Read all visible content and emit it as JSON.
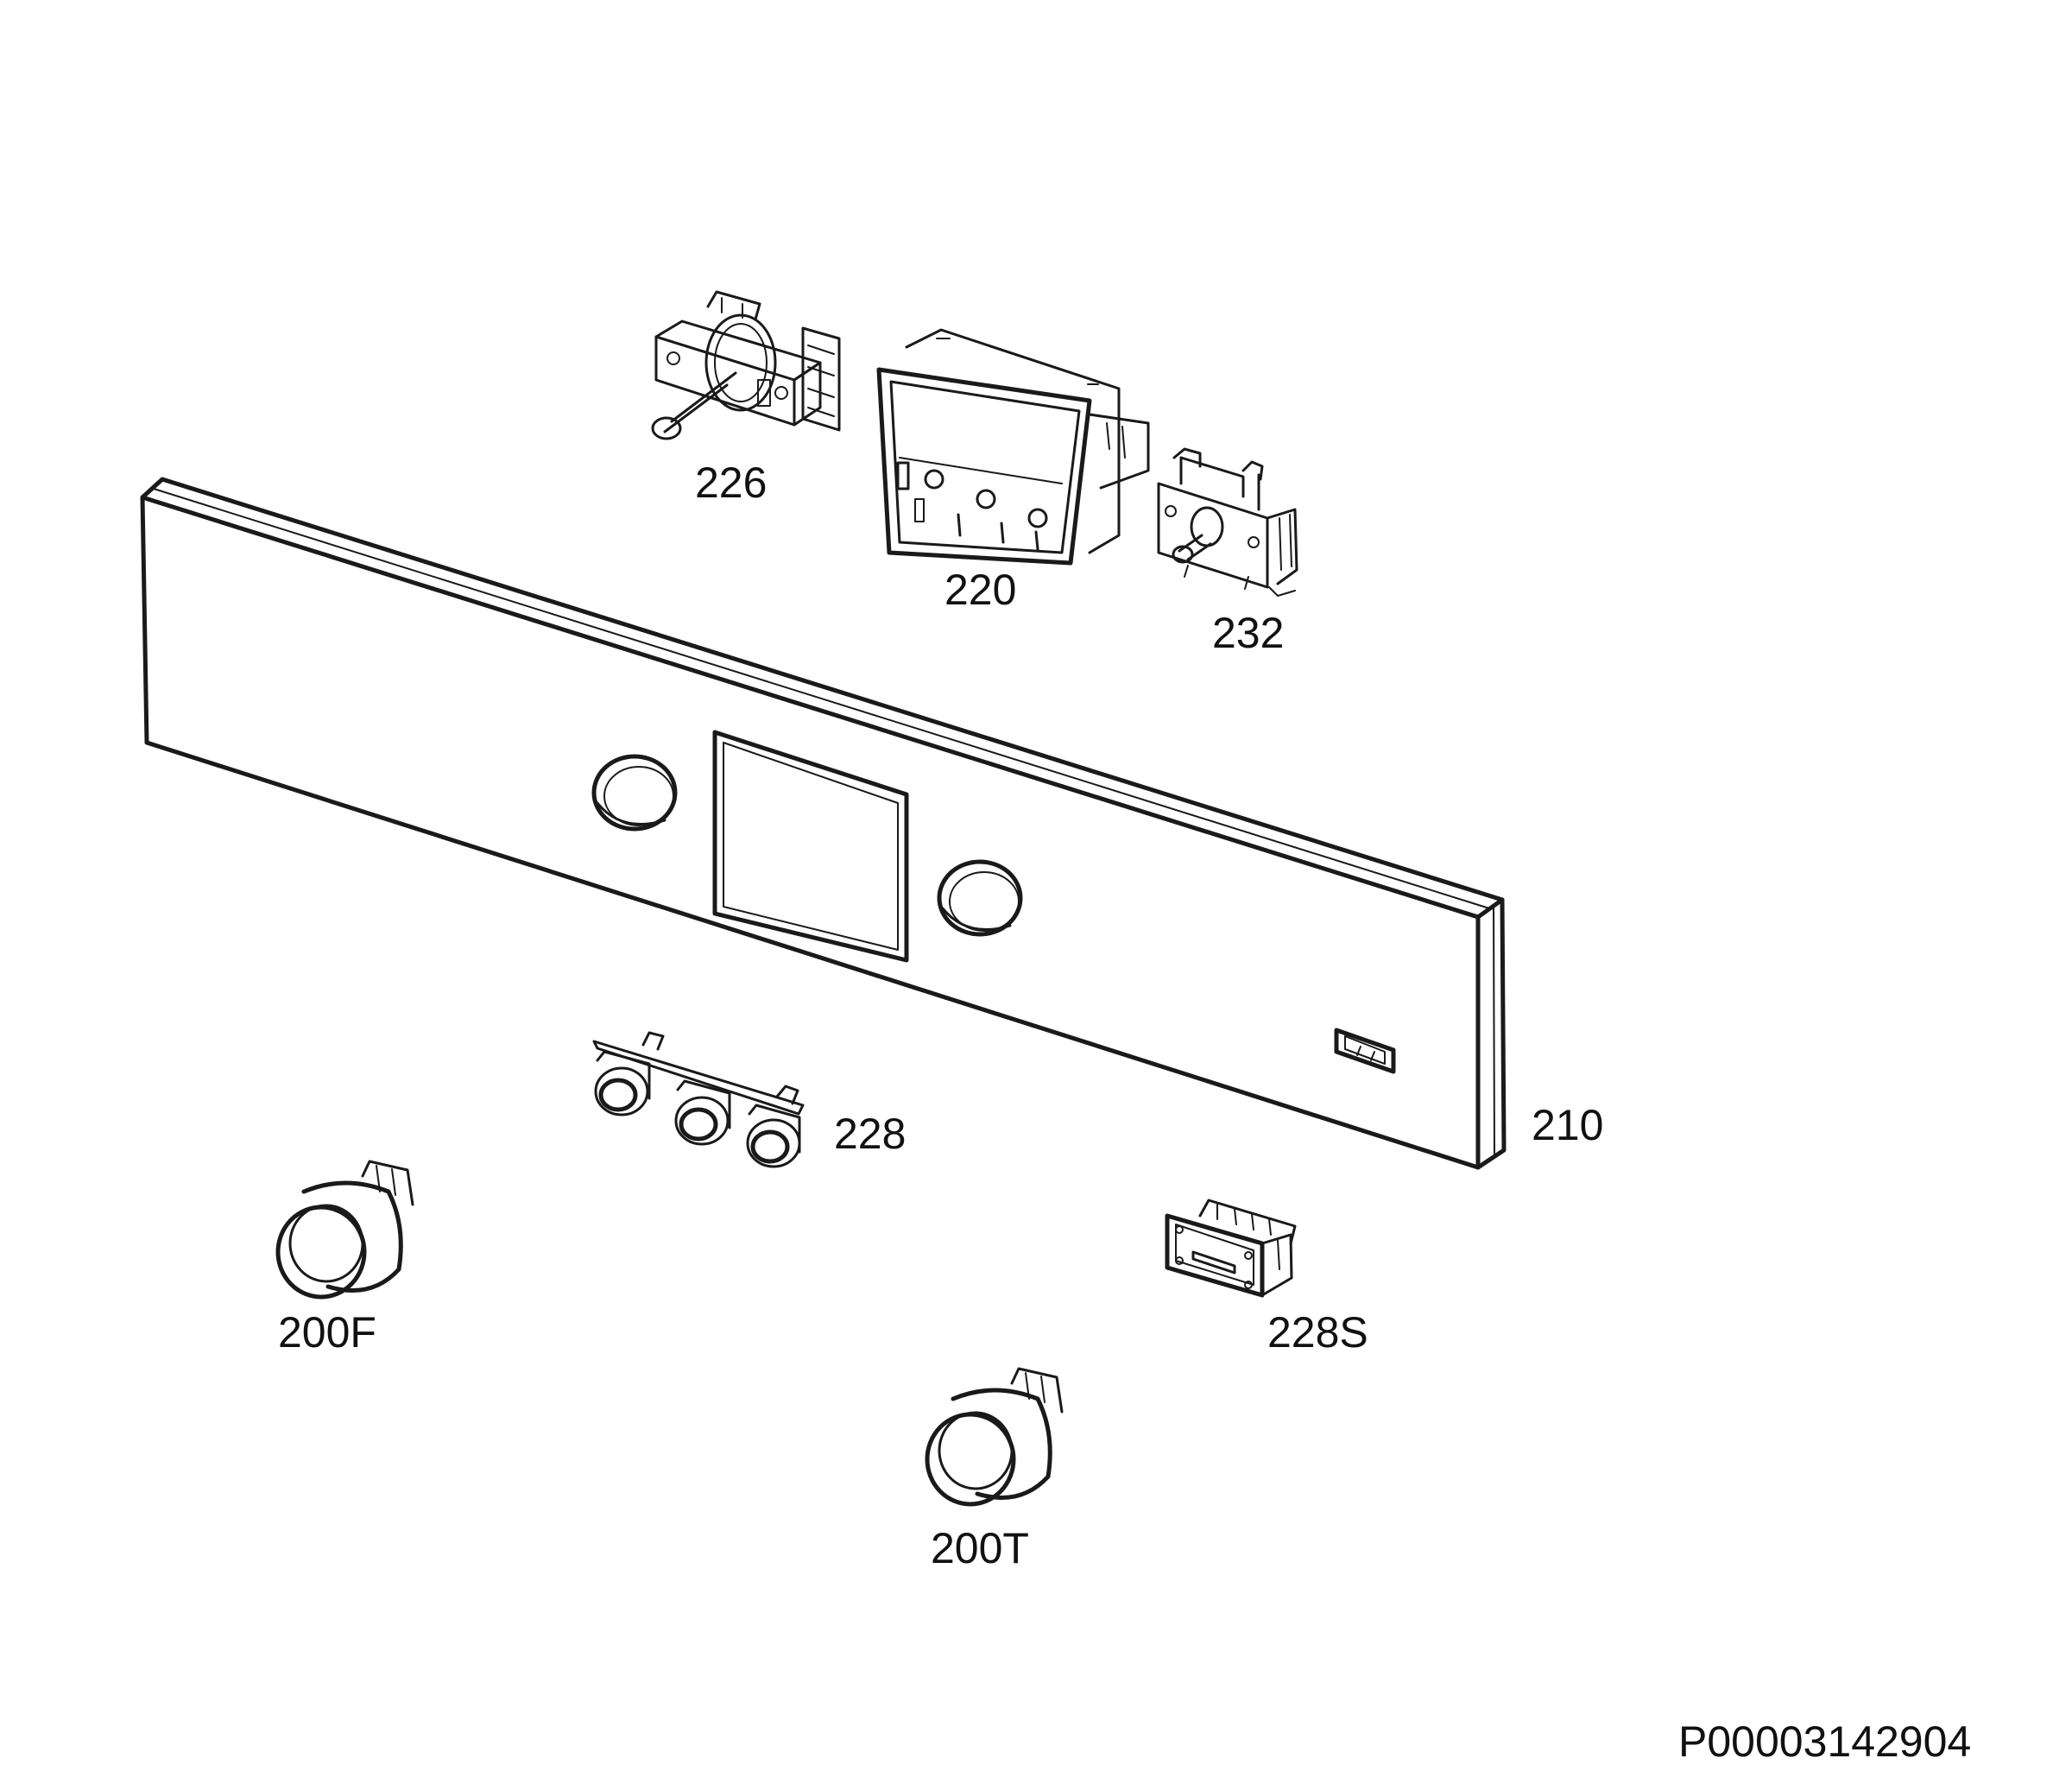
{
  "diagram": {
    "document_code": "P00003142904",
    "parts": [
      {
        "id": "226",
        "label": "226"
      },
      {
        "id": "220",
        "label": "220"
      },
      {
        "id": "232",
        "label": "232"
      },
      {
        "id": "210",
        "label": "210"
      },
      {
        "id": "228",
        "label": "228"
      },
      {
        "id": "200F",
        "label": "200F"
      },
      {
        "id": "228S",
        "label": "228S"
      },
      {
        "id": "200T",
        "label": "200T"
      }
    ]
  }
}
